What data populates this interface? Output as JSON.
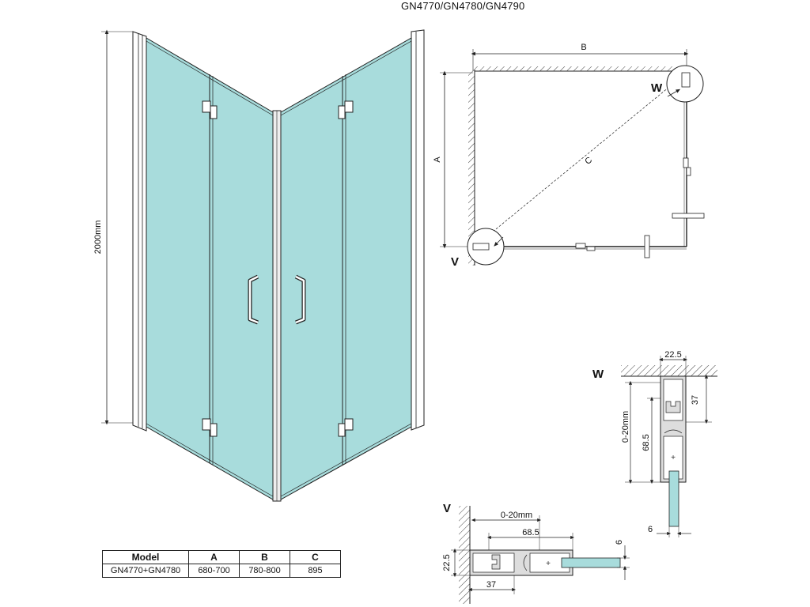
{
  "title": "GN4770/GN4780/GN4790",
  "elevation": {
    "height_label": "2000mm"
  },
  "plan": {
    "label_a": "A",
    "label_b": "B",
    "label_c": "C",
    "corner_w": "W",
    "corner_v": "V"
  },
  "detail_w": {
    "label": "W",
    "dims": {
      "width": "22.5",
      "depth": "37",
      "adjust": "0-20mm",
      "profile": "68.5",
      "glass": "6"
    }
  },
  "detail_v": {
    "label": "V",
    "dims": {
      "adjust": "0-20mm",
      "profile": "68.5",
      "glass": "6",
      "width": "22.5",
      "depth": "37"
    }
  },
  "table": {
    "headers": [
      "Model",
      "A",
      "B",
      "C"
    ],
    "rows": [
      [
        "GN4770+GN4780",
        "680-700",
        "780-800",
        "895"
      ]
    ]
  },
  "colors": {
    "glass": "#a8dcdc",
    "line": "#222222",
    "frame": "#dddddd"
  }
}
